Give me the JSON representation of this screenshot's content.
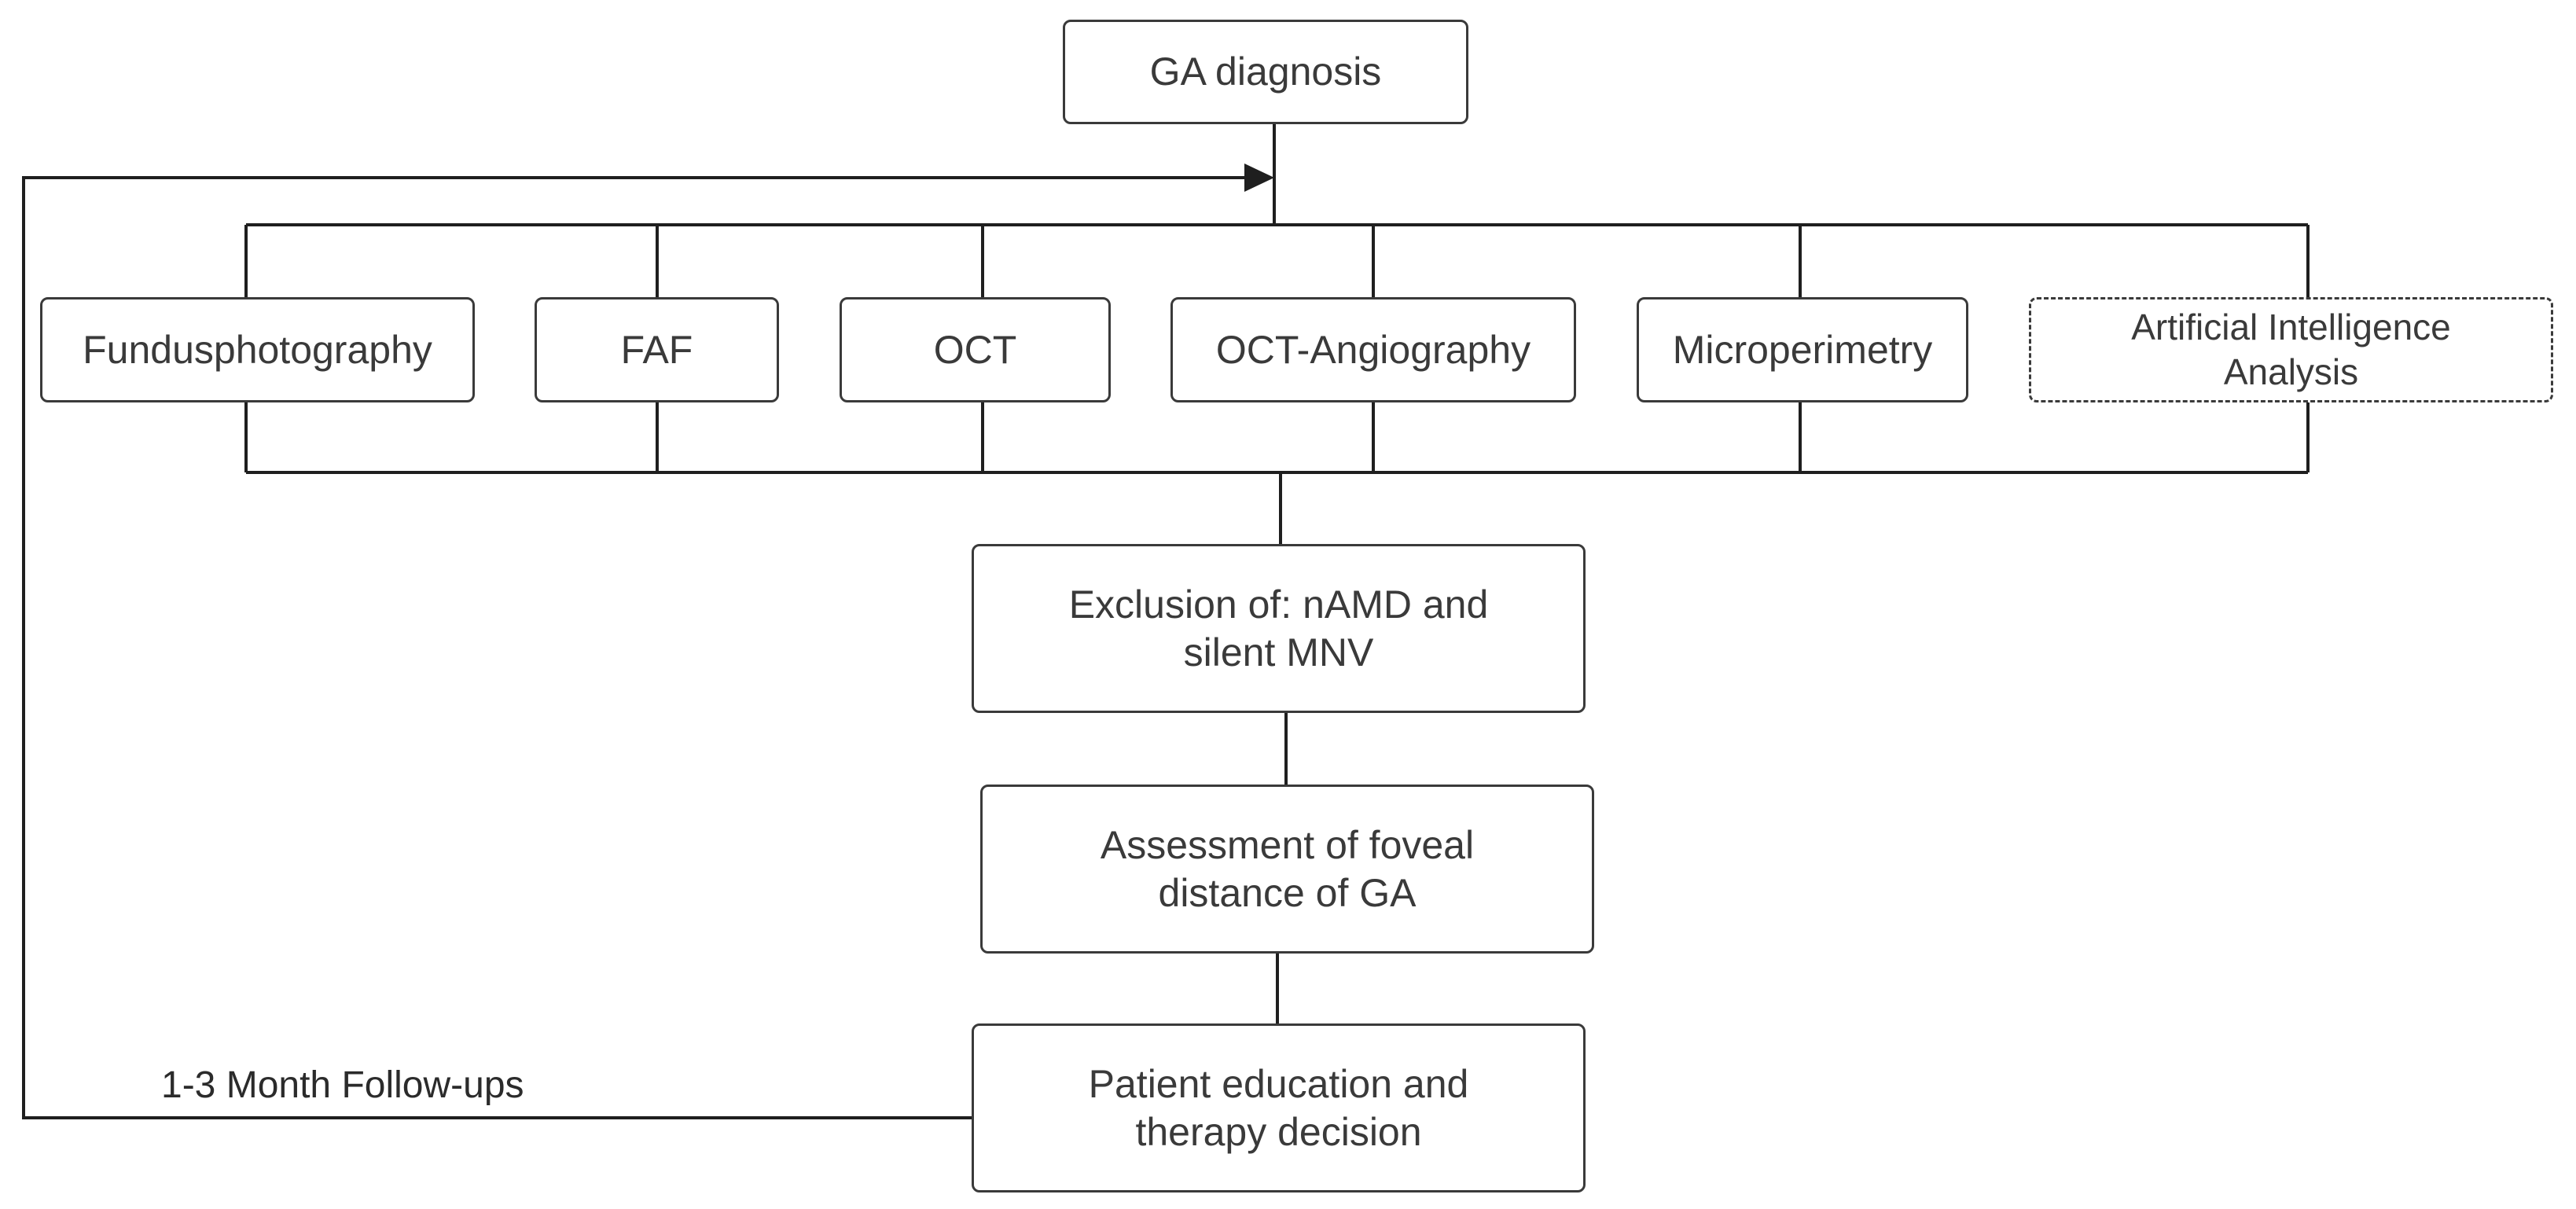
{
  "top": {
    "label": "GA diagnosis"
  },
  "modalities": [
    {
      "label": "Fundusphotography"
    },
    {
      "label": "FAF"
    },
    {
      "label": "OCT"
    },
    {
      "label": "OCT-Angiography"
    },
    {
      "label": "Microperimetry"
    },
    {
      "label": "Artificial Intelligence Analysis"
    }
  ],
  "steps": [
    {
      "label": "Exclusion of: nAMD and silent MNV"
    },
    {
      "label": "Assessment of foveal distance of GA"
    },
    {
      "label": "Patient education and therapy decision"
    }
  ],
  "loop": {
    "label": "1-3 Month Follow-ups"
  },
  "colors": {
    "stroke": "#1f1f1f",
    "border": "#3a3a3a",
    "text": "#3a3a3a"
  }
}
